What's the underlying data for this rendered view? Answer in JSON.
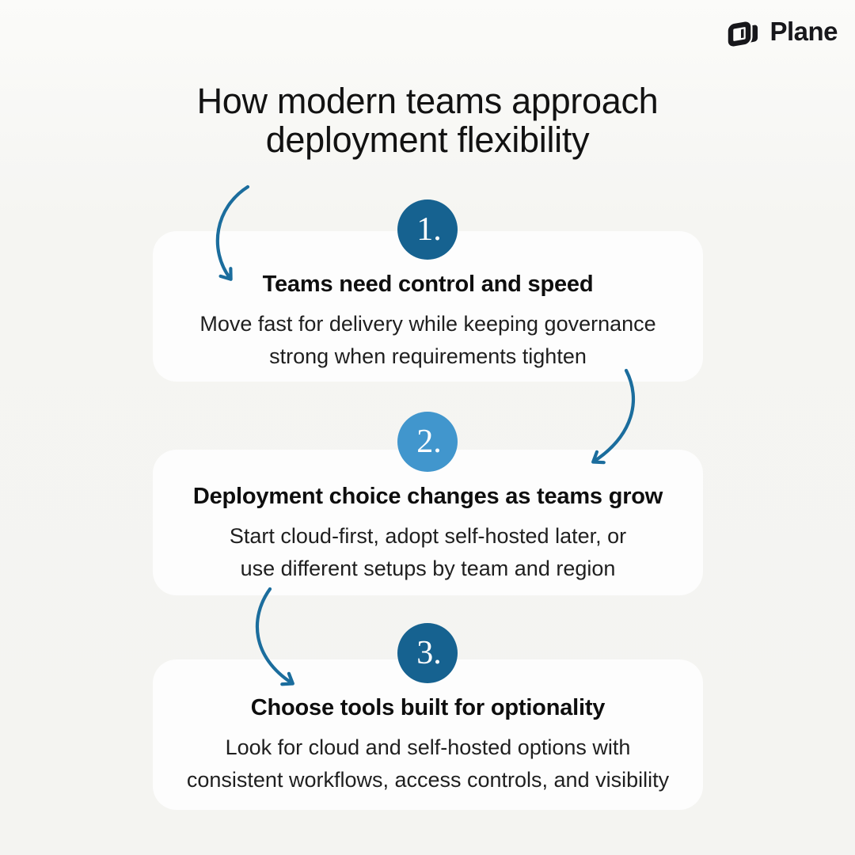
{
  "brand": {
    "logo_text": "Plane",
    "logo_icon": "plane-logo-icon",
    "logo_color": "#17171b"
  },
  "title": {
    "line1": "How modern teams approach",
    "line2": "deployment flexibility"
  },
  "steps": [
    {
      "number": "1.",
      "circle_color": "#166290",
      "heading": "Teams need control and speed",
      "body_lines": [
        "Move fast for delivery while keeping governance",
        "strong when requirements tighten"
      ]
    },
    {
      "number": "2.",
      "circle_color": "#4196cd",
      "heading": "Deployment choice changes as teams grow",
      "body_lines": [
        "Start cloud-first, adopt self-hosted later, or",
        "use different setups by team and region"
      ]
    },
    {
      "number": "3.",
      "circle_color": "#166290",
      "heading": "Choose tools built for optionality",
      "body_lines": [
        "Look for cloud and self-hosted options with",
        "consistent workflows, access controls, and visibility"
      ]
    }
  ],
  "colors": {
    "background": "#f5f5f2",
    "card": "#fdfdfd",
    "accent_dark": "#166290",
    "accent_light": "#4196cd",
    "arrow": "#1b6d9d",
    "text": "#141414"
  }
}
